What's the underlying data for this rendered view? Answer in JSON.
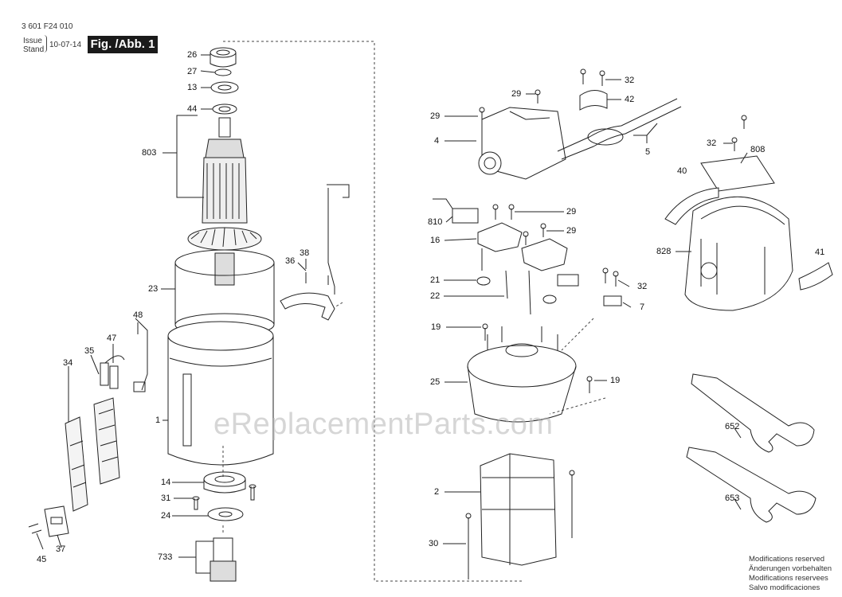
{
  "header": {
    "document_number": "3 601 F24 010",
    "issue_label": "Issue",
    "stand_label": "Stand",
    "date": "10-07-14",
    "figure_label": "Fig. /Abb. 1"
  },
  "footer": {
    "modifications": [
      "Modifications reserved",
      "Änderungen vorbehalten",
      "Modifications reservees",
      "Salvo modificaciones"
    ]
  },
  "watermark": "eReplacementParts.com",
  "callouts": {
    "c26": "26",
    "c27": "27",
    "c13": "13",
    "c44": "44",
    "c803": "803",
    "c23": "23",
    "c1": "1",
    "c36": "36",
    "c38": "38",
    "c48": "48",
    "c47": "47",
    "c35": "35",
    "c34": "34",
    "c14": "14",
    "c31": "31",
    "c24": "24",
    "c733": "733",
    "c37": "37",
    "c45": "45",
    "c29a": "29",
    "c29b": "29",
    "c4": "4",
    "c32a": "32",
    "c42": "42",
    "c5": "5",
    "c32b": "32",
    "c808": "808",
    "c40": "40",
    "c828": "828",
    "c41": "41",
    "c810": "810",
    "c29c": "29",
    "c16": "16",
    "c29d": "29",
    "c21": "21",
    "c22": "22",
    "c32c": "32",
    "c7": "7",
    "c19a": "19",
    "c25": "25",
    "c19b": "19",
    "c652": "652",
    "c2": "2",
    "c653": "653",
    "c30": "30"
  }
}
